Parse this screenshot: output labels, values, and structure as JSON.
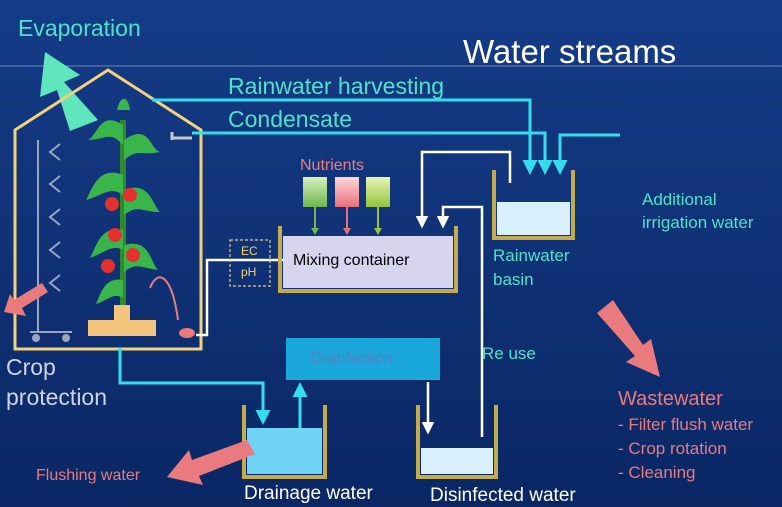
{
  "title": "Water streams",
  "labels": {
    "evaporation": "Evaporation",
    "rainwater_harvesting": "Rainwater harvesting",
    "condensate": "Condensate",
    "nutrients": "Nutrients",
    "mixing_container": "Mixing container",
    "ec": "EC",
    "ph": "pH",
    "rainwater_basin_line1": "Rainwater",
    "rainwater_basin_line2": "basin",
    "additional_irrigation_line1": "Additional",
    "additional_irrigation_line2": "irrigation water",
    "disinfection": "Disinfection",
    "re_use": "Re use",
    "crop_protection_line1": "Crop",
    "crop_protection_line2": "protection",
    "wastewater": "Wastewater",
    "wastewater_items": [
      "- Filter flush water",
      "- Crop rotation",
      "- Cleaning"
    ],
    "flushing_water": "Flushing water",
    "drainage_water": "Drainage water",
    "disinfected_water": "Disinfected water"
  },
  "colors": {
    "background": "#0d2d6e",
    "flow_cyan": "#33ddf0",
    "label_cyan": "#4ee3c8",
    "salmon": "#e97b7e",
    "evaporation_arrow": "#5fe6bd",
    "greenhouse_frame": "#f2d27a",
    "container_wall": "#c4ab4c"
  }
}
